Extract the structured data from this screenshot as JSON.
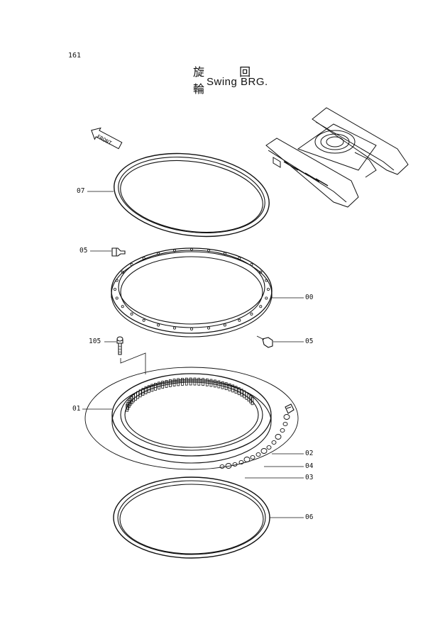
{
  "page": {
    "number": "161"
  },
  "title": {
    "japanese": "旋 回 輪",
    "english": "Swing BRG."
  },
  "arrow": {
    "label": "FRONT"
  },
  "callouts": [
    {
      "id": "07"
    },
    {
      "id": "05a",
      "text": "05"
    },
    {
      "id": "00"
    },
    {
      "id": "105"
    },
    {
      "id": "05b",
      "text": "05"
    },
    {
      "id": "01"
    },
    {
      "id": "02"
    },
    {
      "id": "04"
    },
    {
      "id": "03"
    },
    {
      "id": "06"
    }
  ],
  "labels": {
    "c07": "07",
    "c05a": "05",
    "c00": "00",
    "c105": "105",
    "c05b": "05",
    "c01": "01",
    "c02": "02",
    "c04": "04",
    "c03": "03",
    "c06": "06"
  }
}
